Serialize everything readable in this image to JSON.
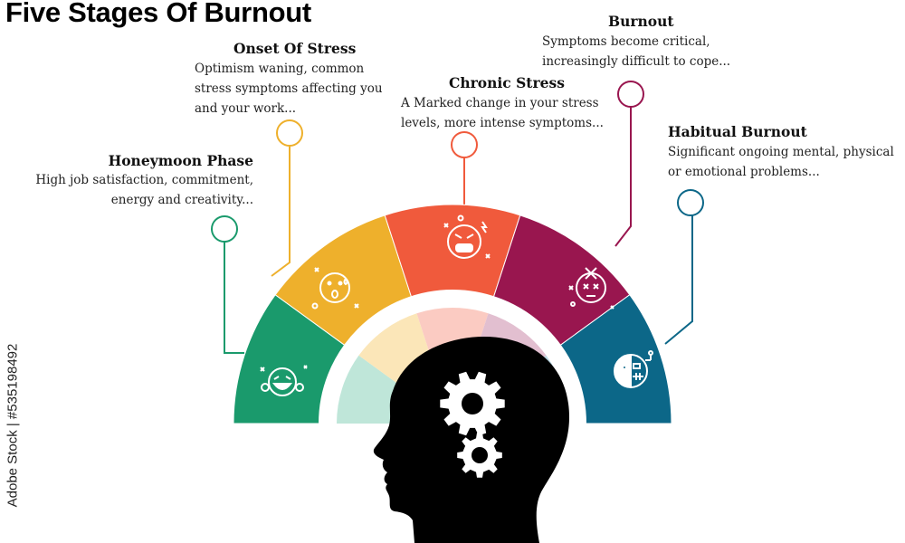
{
  "title": "Five Stages Of Burnout",
  "watermark": "Adobe Stock | #535198492",
  "stages": [
    {
      "title": "Honeymoon Phase",
      "desc_lines": [
        "High job satisfaction, commitment,",
        "energy and creativity..."
      ],
      "color": "#1a9a6c",
      "light": "#bfe6d9",
      "icon": "laughing-face-icon"
    },
    {
      "title": "Onset Of Stress",
      "desc_lines": [
        "Optimism waning, common",
        "stress symptoms affecting you",
        "and your work..."
      ],
      "color": "#eeb02c",
      "light": "#fbe6b8",
      "icon": "sweating-face-icon"
    },
    {
      "title": "Chronic Stress",
      "desc_lines": [
        "A Marked change in your stress",
        "levels, more intense symptoms..."
      ],
      "color": "#f05a3c",
      "light": "#fbcbc2",
      "icon": "angry-face-icon"
    },
    {
      "title": "Burnout",
      "desc_lines": [
        "Symptoms become critical,",
        "increasingly difficult to cope..."
      ],
      "color": "#99164f",
      "light": "#e2bfd0",
      "icon": "dizzy-face-icon"
    },
    {
      "title": "Habitual Burnout",
      "desc_lines": [
        "Significant ongoing mental, physical",
        "or emotional problems..."
      ],
      "color": "#0c6788",
      "light": "#bcd8e3",
      "icon": "robot-face-icon"
    }
  ],
  "center_icon": "head-with-gears-icon"
}
